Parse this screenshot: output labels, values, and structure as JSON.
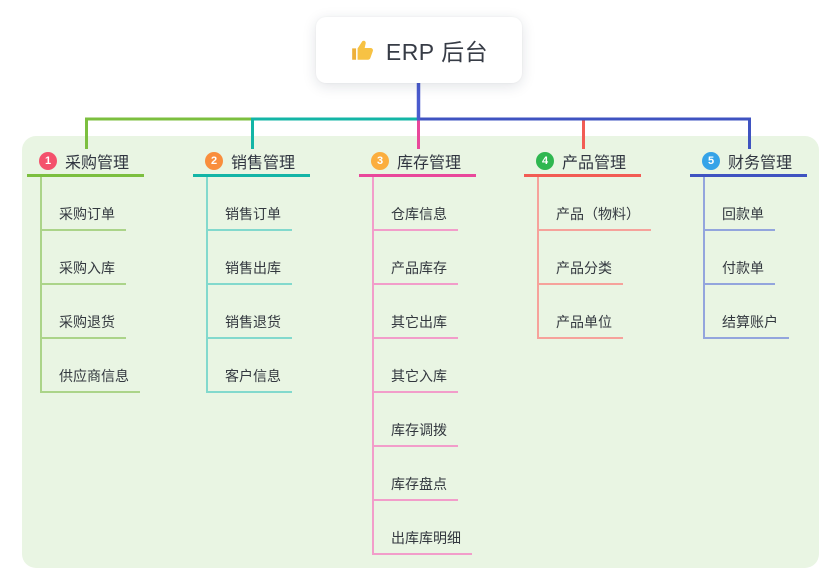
{
  "root": {
    "title": "ERP 后台",
    "icon": "thumbs-up-icon",
    "icon_color": "#f7c244",
    "text_color": "#373c46",
    "card_bg": "#ffffff",
    "line_color": "#4a5bce"
  },
  "colors": {
    "canvas_bg": "#ffffff",
    "panel_bg": "#e9f5e3",
    "title_text": "#303540",
    "child_text": "#33383f",
    "badge_text": "#ffffff"
  },
  "branches": [
    {
      "badge": "1",
      "label": "采购管理",
      "badge_color": "#f4516c",
      "line_color": "#7cbf3f",
      "child_line_color": "#abd489",
      "children": [
        "采购订单",
        "采购入库",
        "采购退货",
        "供应商信息"
      ]
    },
    {
      "badge": "2",
      "label": "销售管理",
      "badge_color": "#f98e3d",
      "line_color": "#13b5a6",
      "child_line_color": "#82d9cd",
      "children": [
        "销售订单",
        "销售出库",
        "销售退货",
        "客户信息"
      ]
    },
    {
      "badge": "3",
      "label": "库存管理",
      "badge_color": "#fbae3e",
      "line_color": "#e9489b",
      "child_line_color": "#f29dca",
      "children": [
        "仓库信息",
        "产品库存",
        "其它出库",
        "其它入库",
        "库存调拨",
        "库存盘点",
        "出库库明细"
      ]
    },
    {
      "badge": "4",
      "label": "产品管理",
      "badge_color": "#2fb750",
      "line_color": "#f25c54",
      "child_line_color": "#f6a29b",
      "children": [
        "产品（物料）",
        "产品分类",
        "产品单位"
      ]
    },
    {
      "badge": "5",
      "label": "财务管理",
      "badge_color": "#35a3e8",
      "line_color": "#3f53c1",
      "child_line_color": "#93a5dd",
      "children": [
        "回款单",
        "付款单",
        "结算账户"
      ]
    }
  ]
}
